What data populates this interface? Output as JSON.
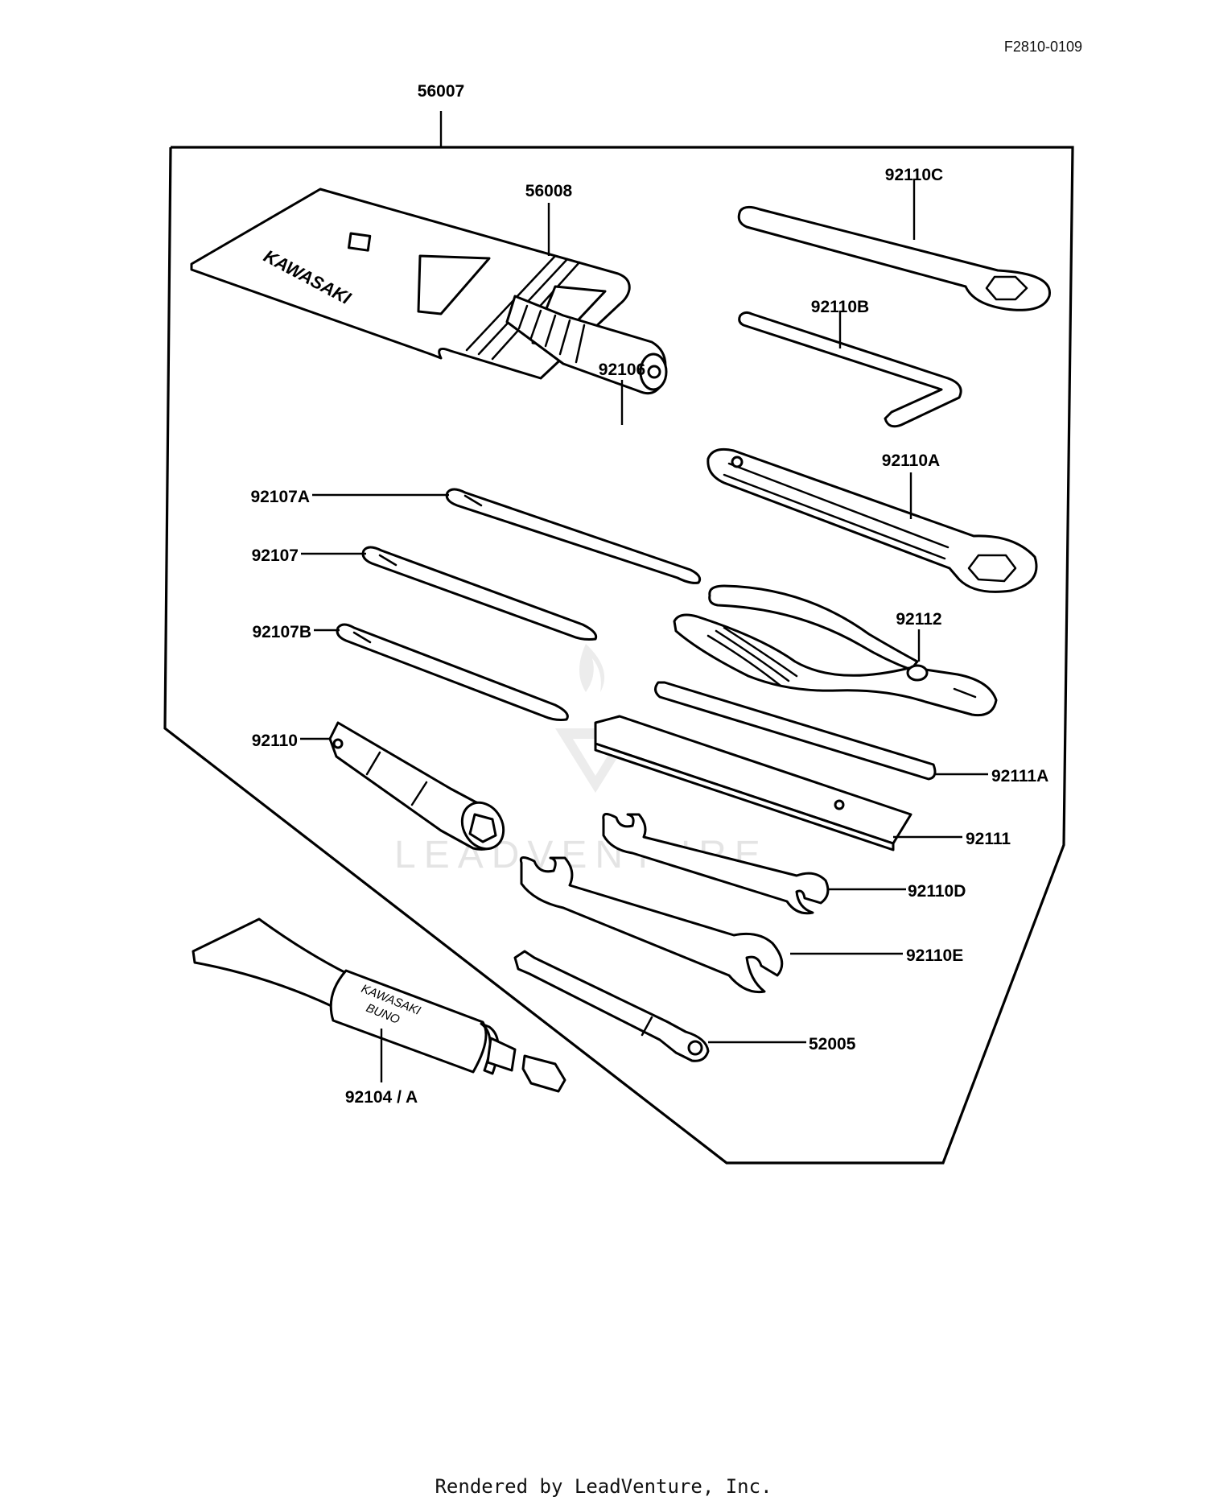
{
  "diagram_code": "F2810-0109",
  "footer": "Rendered by LeadVenture, Inc.",
  "brand_text": "KAWASAKI",
  "watermark_text": "LEADVENTURE",
  "grease_tube_label": [
    "KAWASAKI",
    "BUNO"
  ],
  "parts": {
    "kit": "56007",
    "bag": "56008",
    "handle": "92106",
    "screwdriver_a": "92107A",
    "screwdriver": "92107",
    "screwdriver_b": "92107B",
    "plug_wrench": "92110",
    "grease_tube": "92104 / A",
    "ring_wrench_c": "92110C",
    "hex_key": "92110B",
    "ring_wrench_a": "92110A",
    "pliers": "92112",
    "bar": "92111A",
    "flat_bar": "92111",
    "open_wrench_d": "92110D",
    "open_wrench_e": "92110E",
    "spoke_tool": "52005"
  }
}
